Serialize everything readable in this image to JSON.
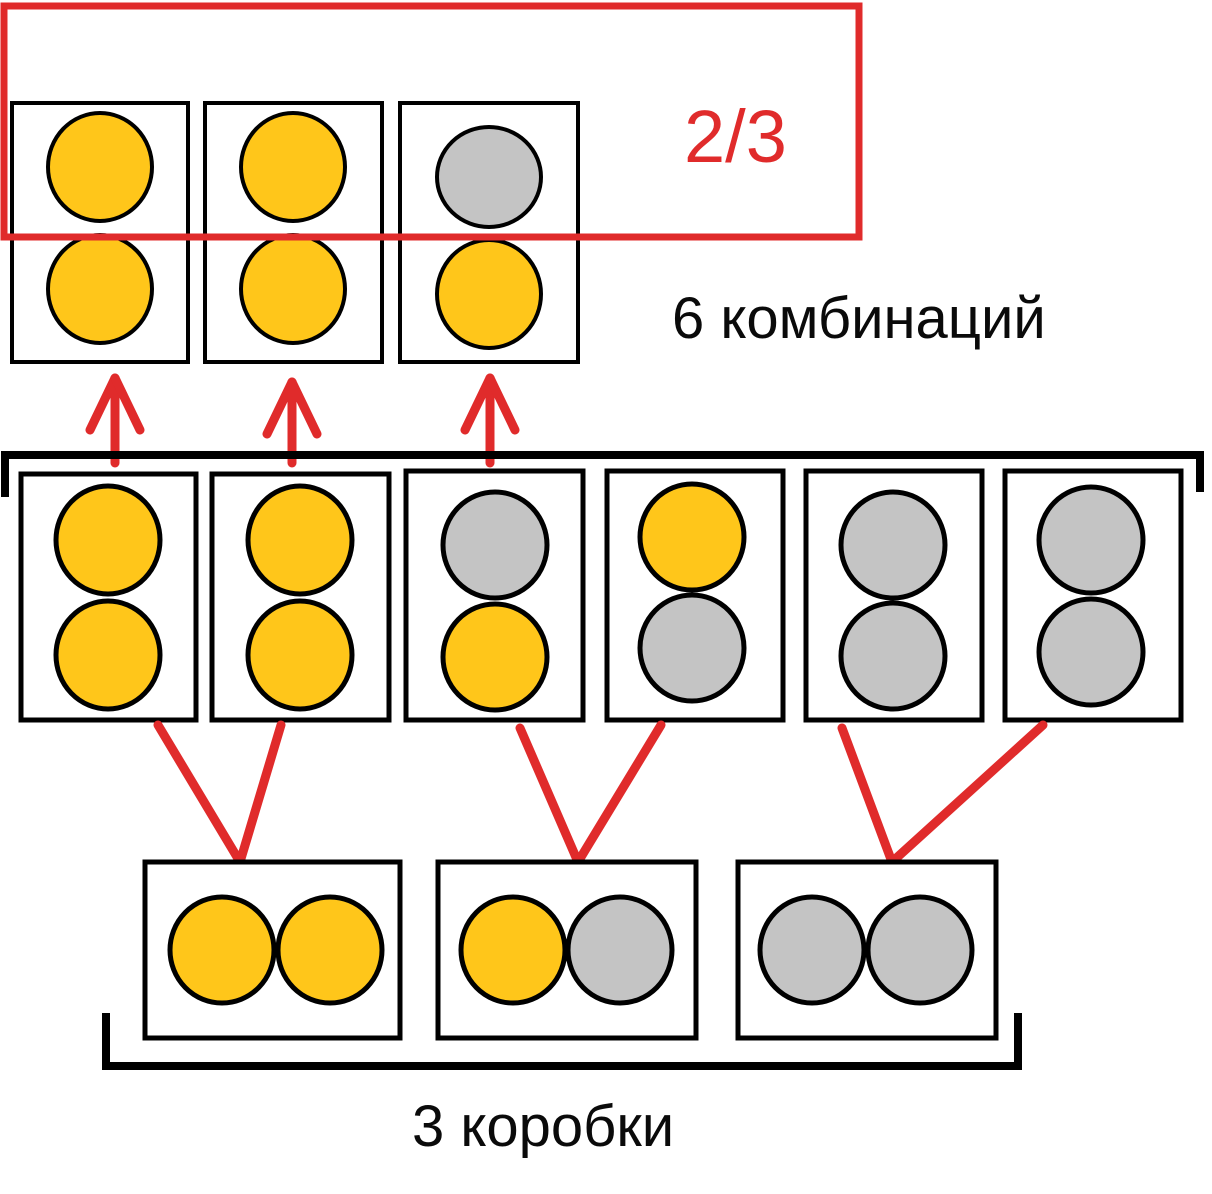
{
  "colors": {
    "yellow": "#FFC61A",
    "gray": "#C4C4C4",
    "outline": "#000000",
    "red": "#E02B2B",
    "black": "#000000",
    "background": "#FFFFFF"
  },
  "labels": {
    "fraction": "2/3",
    "combinations": "6 комбинаций",
    "boxes": "3 коробки"
  },
  "diagram": {
    "type": "probability-tree-combinatorics",
    "top_row": {
      "title": "favorable outcomes",
      "orientation": "vertical",
      "boxes": [
        {
          "balls": [
            "yellow",
            "yellow"
          ]
        },
        {
          "balls": [
            "yellow",
            "yellow"
          ]
        },
        {
          "balls": [
            "gray",
            "yellow"
          ]
        }
      ]
    },
    "middle_row": {
      "title": "all combinations",
      "orientation": "vertical",
      "count": 6,
      "boxes": [
        {
          "balls": [
            "yellow",
            "yellow"
          ]
        },
        {
          "balls": [
            "yellow",
            "yellow"
          ]
        },
        {
          "balls": [
            "gray",
            "yellow"
          ]
        },
        {
          "balls": [
            "yellow",
            "gray"
          ]
        },
        {
          "balls": [
            "gray",
            "gray"
          ]
        },
        {
          "balls": [
            "gray",
            "gray"
          ]
        }
      ]
    },
    "bottom_row": {
      "title": "boxes",
      "orientation": "horizontal",
      "count": 3,
      "boxes": [
        {
          "balls": [
            "yellow",
            "yellow"
          ]
        },
        {
          "balls": [
            "yellow",
            "gray"
          ]
        },
        {
          "balls": [
            "gray",
            "gray"
          ]
        }
      ]
    },
    "arrows": {
      "count": 3,
      "direction": "up",
      "color": "#E02B2B"
    },
    "connectors": {
      "count": 6,
      "color": "#E02B2B",
      "description": "pairs of middle boxes fan down to each bottom box"
    }
  }
}
